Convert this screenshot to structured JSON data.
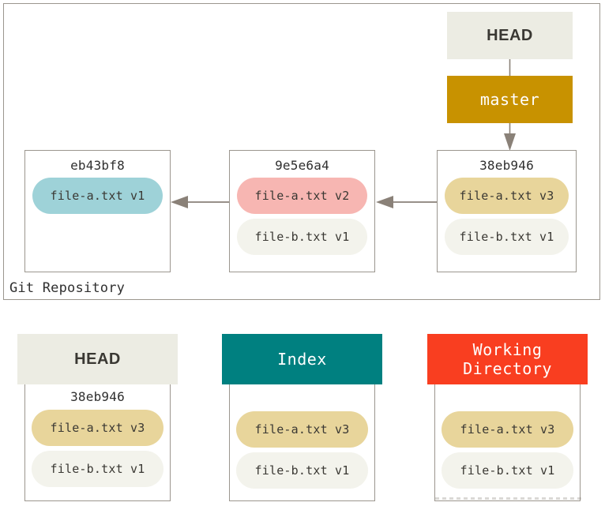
{
  "repository": {
    "label": "Git Repository",
    "head_ref": {
      "label": "HEAD"
    },
    "branch_ref": {
      "label": "master"
    },
    "commits": [
      {
        "sha": "eb43bf8",
        "files": [
          {
            "name": "file-a.txt v1",
            "color": "#9ed2d8"
          }
        ]
      },
      {
        "sha": "9e5e6a4",
        "files": [
          {
            "name": "file-a.txt v2",
            "color": "#f7b6b2"
          },
          {
            "name": "file-b.txt v1",
            "color": "#f3f3ec"
          }
        ]
      },
      {
        "sha": "38eb946",
        "files": [
          {
            "name": "file-a.txt v3",
            "color": "#e8d59b"
          },
          {
            "name": "file-b.txt v1",
            "color": "#f3f3ec"
          }
        ]
      }
    ]
  },
  "areas": [
    {
      "title": "HEAD",
      "title_line2": "",
      "header_color": "#ecece3",
      "sha": "38eb946",
      "files": [
        {
          "name": "file-a.txt v3",
          "color": "#e8d59b"
        },
        {
          "name": "file-b.txt v1",
          "color": "#f3f3ec"
        }
      ]
    },
    {
      "title": "Index",
      "title_line2": "",
      "header_color": "#008080",
      "sha": "",
      "files": [
        {
          "name": "file-a.txt v3",
          "color": "#e8d59b"
        },
        {
          "name": "file-b.txt v1",
          "color": "#f3f3ec"
        }
      ]
    },
    {
      "title": "Working",
      "title_line2": "Directory",
      "header_color": "#f93e20",
      "sha": "",
      "files": [
        {
          "name": "file-a.txt v3",
          "color": "#e8d59b"
        },
        {
          "name": "file-b.txt v1",
          "color": "#f3f3ec"
        }
      ]
    }
  ],
  "colors": {
    "border": "#9b968e",
    "arrow": "#8a8178",
    "branch_gold": "#c89200",
    "index_teal": "#008080",
    "working_red": "#f93e20",
    "head_beige": "#ecece3"
  }
}
